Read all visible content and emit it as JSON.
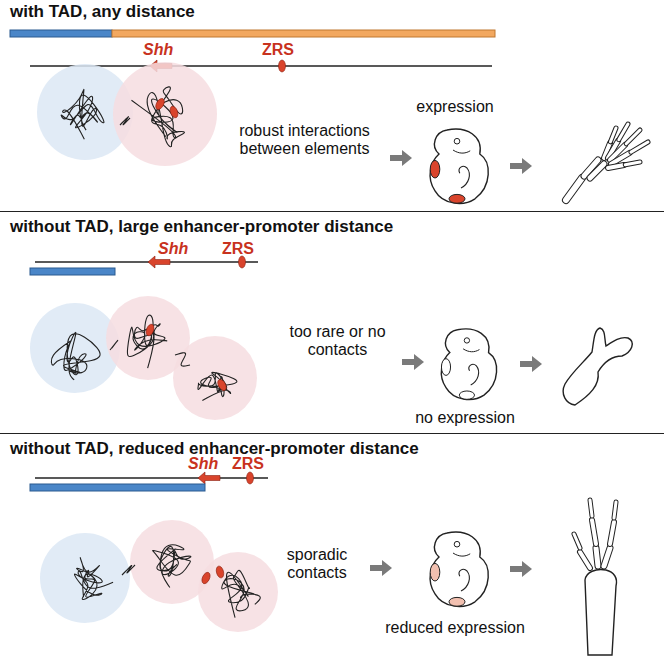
{
  "diagram": {
    "nodes": [
      {
        "text": [
          "with TAD, any distance",
          "Shh",
          "ZRS",
          "robust interactions between elements",
          "expression"
        ]
      },
      {
        "text": [
          "without TAD, large enhancer-promoter distance",
          "Shh",
          "ZRS",
          "too rare or no contacts",
          "no expression"
        ]
      },
      {
        "text": [
          "without TAD, reduced enhancer-promoter distance",
          "Shh",
          "ZRS",
          "sporadic contacts",
          "reduced expression"
        ]
      }
    ]
  }
}
